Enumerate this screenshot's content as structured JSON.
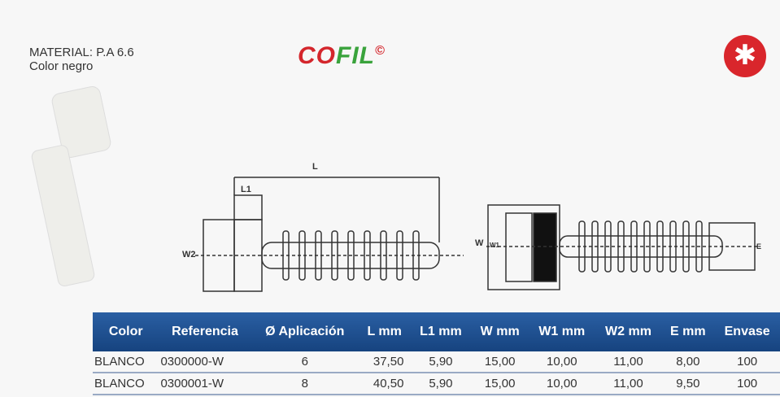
{
  "material": {
    "line1": "MATERIAL: P.A 6.6",
    "line2": "Color negro"
  },
  "logo": {
    "text_red": "CO",
    "text_green": "FIL",
    "mark": "©"
  },
  "brand_icon": "gear-cross-icon",
  "diagram": {
    "L": "L",
    "L1": "L1",
    "W2": "W2",
    "W": "W",
    "W1": "W1",
    "E": "E"
  },
  "table": {
    "headers": [
      "Color",
      "Referencia",
      "Ø Aplicación",
      "L mm",
      "L1 mm",
      "W mm",
      "W1 mm",
      "W2 mm",
      "E mm",
      "Envase"
    ],
    "rows": [
      [
        "BLANCO",
        "0300000-W",
        "6",
        "37,50",
        "5,90",
        "15,00",
        "10,00",
        "11,00",
        "8,00",
        "100"
      ],
      [
        "BLANCO",
        "0300001-W",
        "8",
        "40,50",
        "5,90",
        "15,00",
        "10,00",
        "11,00",
        "9,50",
        "100"
      ]
    ]
  },
  "colors": {
    "header": "#1e4f8f",
    "red": "#d4262c",
    "green": "#3aa33c"
  }
}
